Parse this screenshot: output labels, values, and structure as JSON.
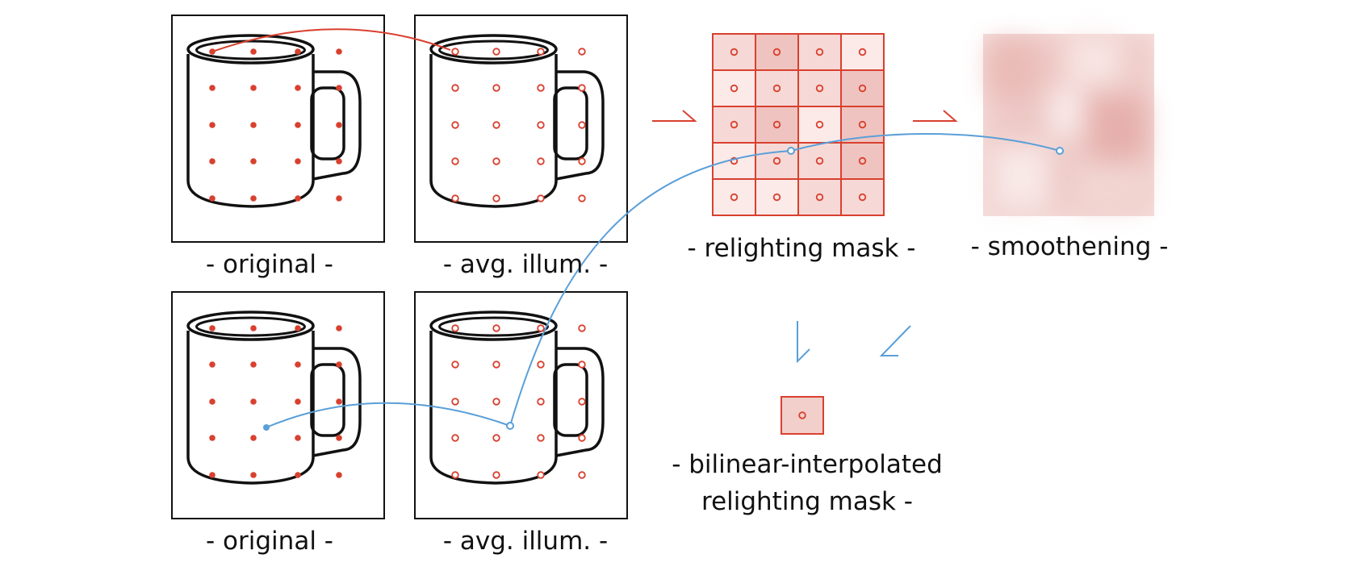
{
  "labels": {
    "top_original": "- original -",
    "top_avg_illum": "- avg. illum. -",
    "relighting_mask": "- relighting mask -",
    "smoothening": "- smoothening -",
    "bottom_original": "- original -",
    "bottom_avg_illum": "- avg. illum. -",
    "bilinear_line1": "- bilinear-interpolated",
    "bilinear_line2": "relighting mask -"
  },
  "colors": {
    "red": "#d9402f",
    "blue": "#5a9fd8",
    "ink": "#111111",
    "mask_dark": "#efc4c0",
    "mask_mid": "#f6d9d6",
    "mask_light": "#fbeae8"
  },
  "relighting_mask_shades": [
    [
      "mid",
      "dark",
      "mid",
      "light"
    ],
    [
      "light",
      "mid",
      "mid",
      "dark"
    ],
    [
      "mid",
      "dark",
      "light",
      "dark"
    ],
    [
      "light",
      "mid",
      "mid",
      "dark"
    ],
    [
      "light",
      "light",
      "mid",
      "mid"
    ]
  ]
}
